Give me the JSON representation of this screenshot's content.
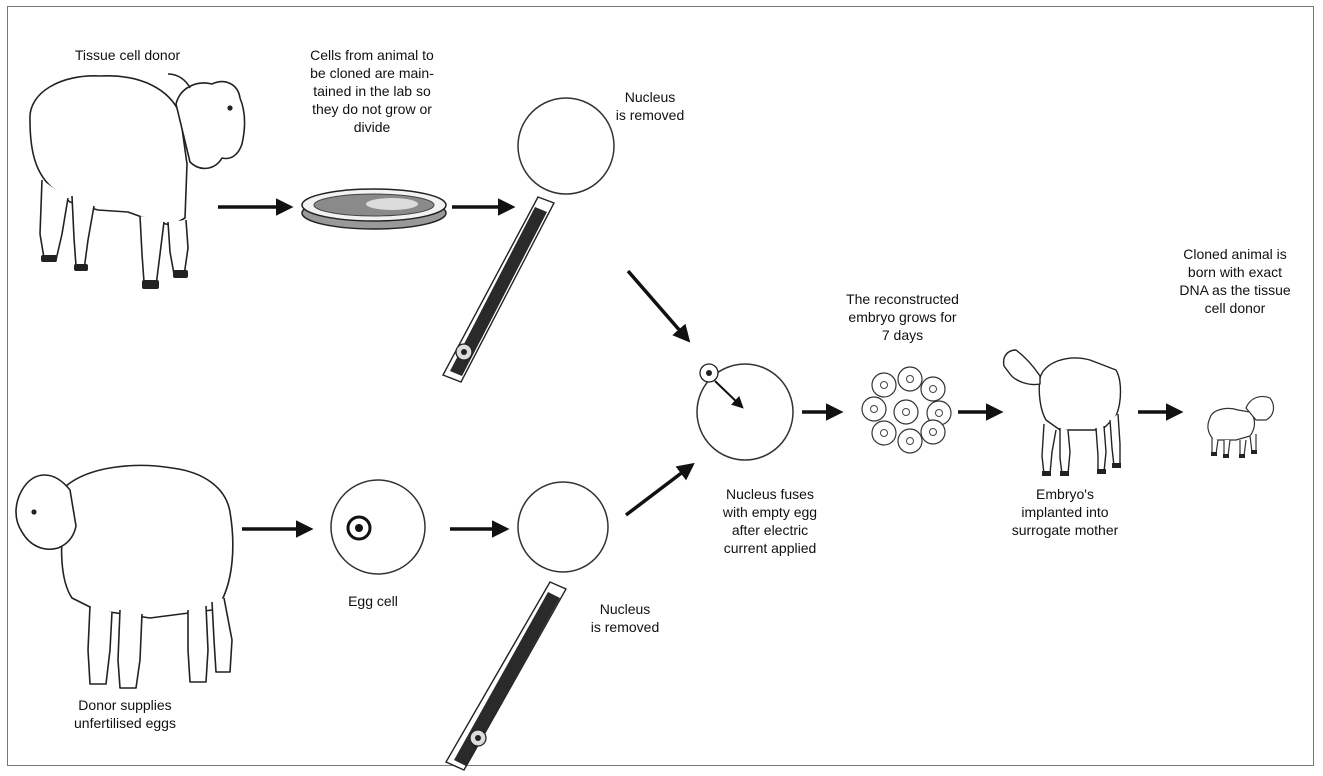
{
  "labels": {
    "tissue_donor": "Tissue cell donor",
    "cells_maintained": "Cells from animal to\nbe cloned are main-\ntained in the lab so\nthey do not grow or\ndivide",
    "nucleus_removed_top": "Nucleus\nis removed",
    "reconstructed_embryo": "The reconstructed\nembryo grows for\n7 days",
    "cloned_animal": "Cloned animal is\nborn with exact\nDNA as the tissue\ncell donor",
    "nucleus_fuses": "Nucleus fuses\nwith empty egg\nafter electric\ncurrent applied",
    "embryo_implanted": "Embryo's\nimplanted into\nsurrogate mother",
    "egg_cell": "Egg cell",
    "nucleus_removed_bottom": "Nucleus\nis removed",
    "egg_donor": "Donor supplies\nunfertilised eggs"
  },
  "icons": {
    "tissue_sheep": "sheep-icon",
    "petri_dish": "petri-dish-icon",
    "egg_donor_sheep": "sheep-icon",
    "pipette": "pipette-icon",
    "embryo": "embryo-cluster-icon",
    "surrogate": "sheep-icon",
    "lamb": "lamb-icon"
  },
  "colors": {
    "ink": "#111111",
    "frame": "#777777",
    "dish": "#8a8a8a"
  }
}
